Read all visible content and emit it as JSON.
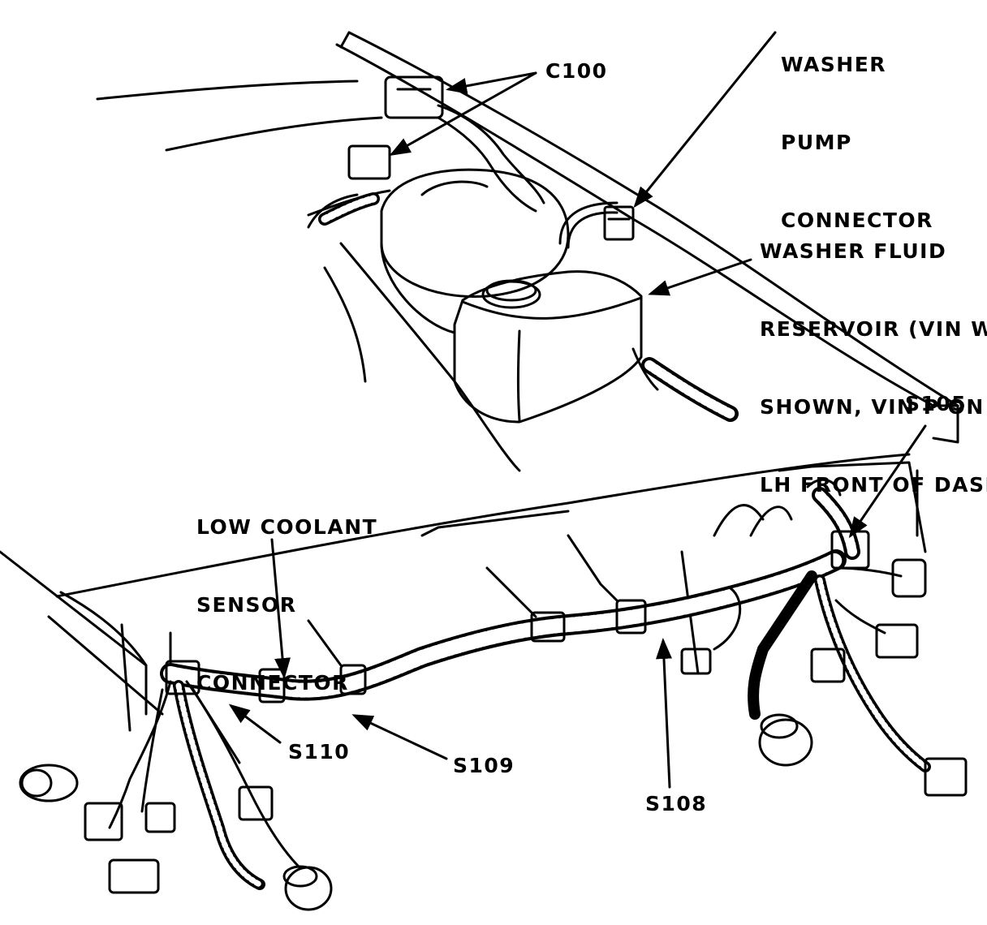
{
  "diagram": {
    "labels": {
      "washer_pump_connector": [
        "WASHER",
        "PUMP",
        "CONNECTOR"
      ],
      "c100": "C100",
      "washer_fluid_reservoir": [
        "WASHER FLUID",
        "RESERVOIR (VIN W",
        "SHOWN, VIN P ON",
        "LH FRONT OF DASH)"
      ],
      "s105": "S105",
      "low_coolant_sensor_connector": [
        "LOW COOLANT",
        "SENSOR",
        "CONNECTOR"
      ],
      "s110": "S110",
      "s109": "S109",
      "s108": "S108"
    }
  }
}
